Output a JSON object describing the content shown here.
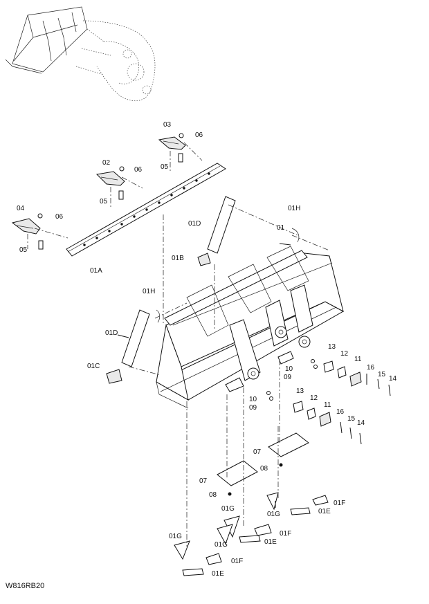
{
  "drawing_code": "W816RB20",
  "labels": {
    "l03": "03",
    "l06a": "06",
    "l05a": "05",
    "l02": "02",
    "l06b": "06",
    "l05b": "05",
    "l04": "04",
    "l06c": "06",
    "l05c": "05",
    "l01A": "01A",
    "l01H_top": "01H",
    "l01": "01",
    "l01D_top": "01D",
    "l01B": "01B",
    "l01H_left": "01H",
    "l01D_left": "01D",
    "l01C": "01C",
    "l13a": "13",
    "l12a": "12",
    "l11a": "11",
    "l16a": "16",
    "l15a": "15",
    "l14a": "14",
    "l10a": "10",
    "l09a": "09",
    "l13b": "13",
    "l12b": "12",
    "l11b": "11",
    "l16b": "16",
    "l15b": "15",
    "l14b": "14",
    "l10b": "10",
    "l09b": "09",
    "l07a": "07",
    "l08a": "08",
    "l07b": "07",
    "l08b": "08",
    "l01G_a": "01G",
    "l01F_a": "01F",
    "l01E_a": "01E",
    "l01G_b": "01G",
    "l01G_c": "01G",
    "l01F_b": "01F",
    "l01E_b": "01E",
    "l01G_d": "01G",
    "l01F_c": "01F",
    "l01E_c": "01E"
  }
}
